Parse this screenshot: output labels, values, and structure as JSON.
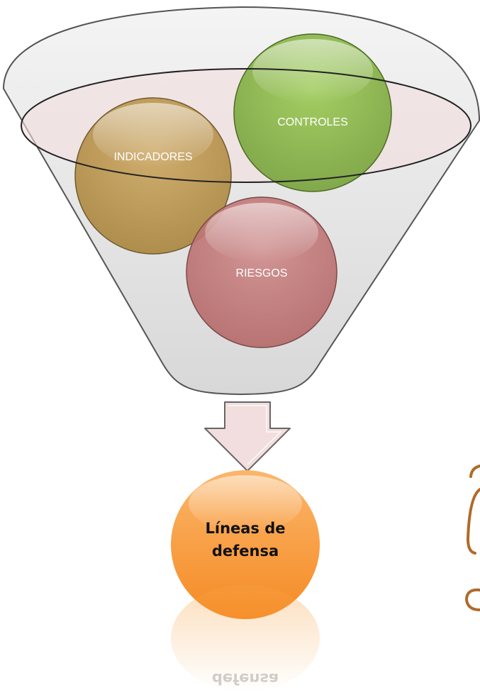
{
  "funnel": {
    "items": [
      {
        "label": "INDICADORES",
        "color": "#b8913f"
      },
      {
        "label": "CONTROLES",
        "color": "#8fb84a"
      },
      {
        "label": "RIESGOS",
        "color": "#c47a7a"
      }
    ]
  },
  "result": {
    "line1": "Líneas de",
    "line2": "defensa",
    "reflection": "defensa",
    "color": "#f7a040"
  },
  "colors": {
    "funnel_fill": "#e6e6e6",
    "funnel_stroke": "#555555",
    "rim_fill": "#f3dede",
    "rim_stroke": "#c07a7a",
    "arrow_fill": "#f2dede",
    "arrow_stroke": "#666666",
    "accent_stroke": "#b06a2a"
  }
}
